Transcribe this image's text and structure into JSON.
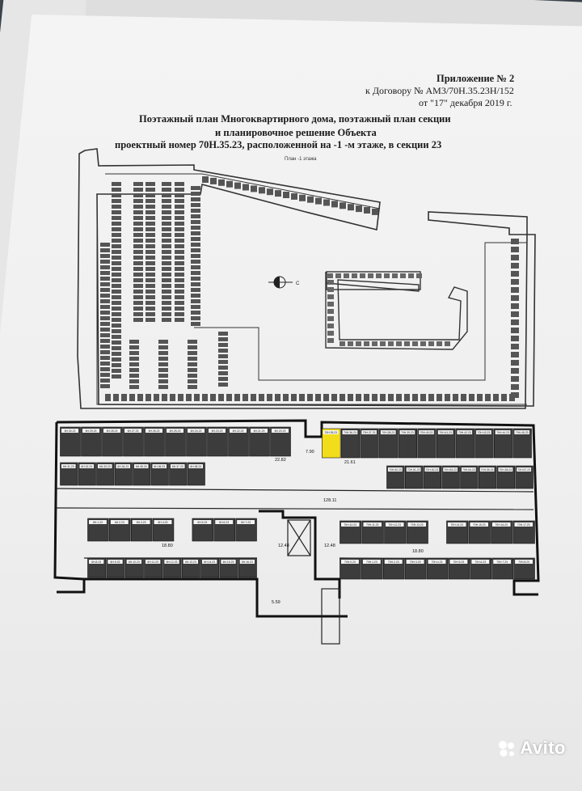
{
  "document": {
    "appendix_title": "Приложение № 2",
    "contract_line": "к Договору №  АМ3/70Н.35.23Н/152",
    "date_line": "от    \"17\" декабря 2019 г.",
    "title_line1": "Поэтажный план Многоквартирного дома, поэтажный план секции",
    "title_line2": "и планировочное решение Объекта",
    "title_line3": "проектный номер    70Н.35.23, расположенной на   -1  -м этаже, в секции  23",
    "plan_caption": "План -1 этажа"
  },
  "floor_plan": {
    "dims": [
      "22.82",
      "7.90",
      "21.61",
      "128.11",
      "18.80",
      "12.48",
      "12.48",
      "18.80",
      "5.59"
    ],
    "row1_units": [
      "6Н.30.23",
      "6Н.29.23",
      "6Н.28.23",
      "6Н.27.23",
      "6Н.26.23",
      "6Н.25.23",
      "6Н.24.23",
      "6Н.23.23",
      "6Н.22.23",
      "6Н.21.23",
      "6Н.20.23",
      "70Н.35.23",
      "70Н.36.23",
      "70Н.37.23",
      "70Н.38.23",
      "70Н.39.23",
      "70Н.40.23",
      "70Н.41.23",
      "70Н.42.23",
      "70Н.43.23",
      "70Н.44.23",
      "70Н.45.23"
    ],
    "row2_units": [
      "6Н.31.23",
      "6Н.32.23",
      "6Н.33.23",
      "6Н.34.23",
      "6Н.35.23",
      "6Н.36.23",
      "6Н.37.23",
      "6Н.38.23",
      "70Н.50.23",
      "70Н.51.23",
      "70Н.52.23",
      "70Н.53.23",
      "70Н.54.23",
      "70Н.55.23",
      "70Н.56.23",
      "70Н.57.23"
    ],
    "row3_units": [
      "6Н.1.23",
      "6Н.2.23",
      "6Н.3.23",
      "6Н.4.23",
      "6Н.5.23",
      "6Н.6.23",
      "6Н.7.23",
      "70Н.10.23",
      "70Н.11.23",
      "70Н.12.23",
      "70Н.13.23",
      "70Н.14.23",
      "70Н.15.23",
      "70Н.16.23",
      "70Н.17.23"
    ],
    "row4_units": [
      "6Н.8.23",
      "6Н.9.23",
      "6Н.10.23",
      "6Н.11.23",
      "6Н.12.23",
      "6Н.13.23",
      "6Н.14.23",
      "6Н.15.23",
      "6Н.16.23",
      "70Н.0.23",
      "70Н.1.23",
      "70Н.2.23",
      "70Н.3.23",
      "70Н.4.23",
      "70Н.5.23",
      "70Н.6.23",
      "70Н.7.23",
      "70Н.8.23"
    ],
    "highlighted_unit": "70Н.35.23",
    "highlight_color": "#f2dd1a"
  },
  "watermark": {
    "text": "Avito"
  }
}
